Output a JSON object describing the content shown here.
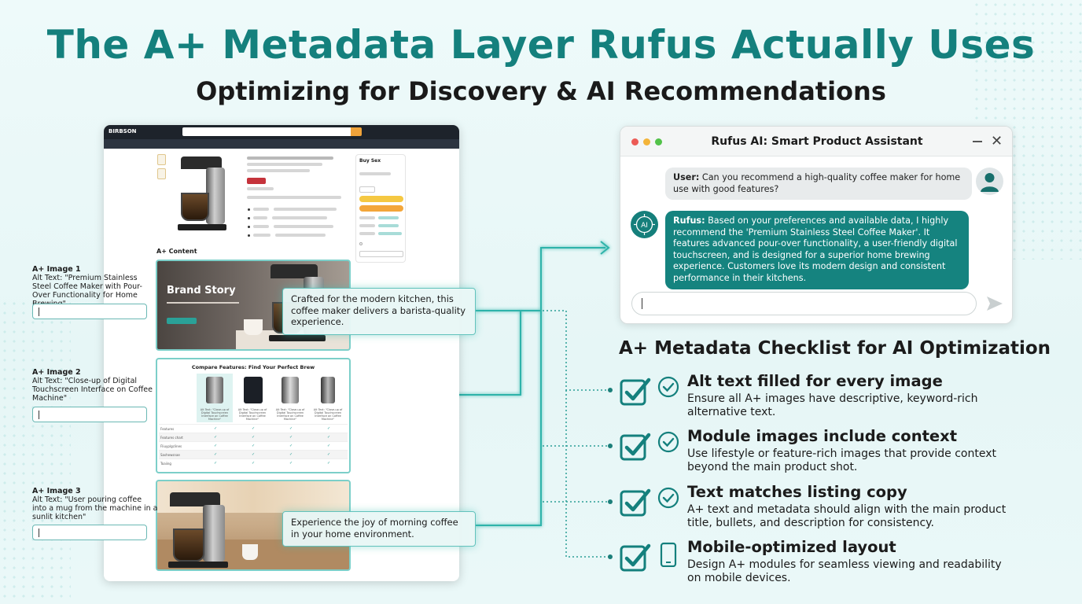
{
  "title": "The A+ Metadata Layer Rufus Actually Uses",
  "subtitle": "Optimizing for Discovery & AI Recommendations",
  "product_page": {
    "logo": "BIRBSON",
    "buy_box_title": "Buy Sex",
    "aplus_label": "A+ Content",
    "brand_story": "Brand Story",
    "compare_title": "Compare Features: Find Your Perfect Brew",
    "compare_captions": [
      "Alt Text: \"Close-up of Digital Touchscreen Interface on Coffee Machine\"",
      "Alt Text: \"Close-up of Digital Touchscreen Interface on Coffee Machine\"",
      "Alt Text: \"Close-up of Digital Touchscreen Interface on Coffee Machine\"",
      "Alt Text: \"Close-up of Digital Touchscreen Interface on Coffee Machine\""
    ],
    "compare_rows": [
      "Features",
      "Features chart",
      "Fliuyplgclines",
      "Sashewsnae",
      "Toaiing"
    ]
  },
  "alt_images": [
    {
      "title": "A+ Image 1",
      "alt": "Alt Text: \"Premium Stainless Steel Coffee Maker with Pour-Over Functionality for Home Brewing\""
    },
    {
      "title": "A+ Image 2",
      "alt": "Alt Text: \"Close-up of Digital Touchscreen Interface on Coffee Machine\""
    },
    {
      "title": "A+ Image 3",
      "alt": "Alt Text: \"User pouring coffee into a mug from the machine in a sunlit kitchen\""
    }
  ],
  "callouts": [
    "Crafted for the modern kitchen, this coffee maker delivers a barista-quality experience.",
    "Experience the joy of morning coffee in your home environment."
  ],
  "chat": {
    "window_title": "Rufus AI: Smart Product Assistant",
    "user_label": "User:",
    "user_message": "Can you recommend a high-quality coffee maker for home use with good features?",
    "ai_label": "Rufus:",
    "ai_message": "Based on your preferences and available data, I highly recommend the 'Premium Stainless Steel Coffee Maker'. It features advanced pour-over functionality, a user-friendly digital touchscreen, and is designed for a superior home brewing experience. Customers love its modern design and consistent performance in their kitchens.",
    "ai_badge": "AI",
    "input_value": ""
  },
  "checklist": {
    "title": "A+ Metadata Checklist for AI Optimization",
    "items": [
      {
        "title": "Alt text filled for every image",
        "desc": "Ensure all A+ images have descriptive, keyword-rich alternative text.",
        "icon": "check-circle-icon"
      },
      {
        "title": "Module images include context",
        "desc": "Use lifestyle or feature-rich images that provide context beyond the main product shot.",
        "icon": "check-circle-icon"
      },
      {
        "title": "Text matches listing copy",
        "desc": "A+ text and metadata should align with the main product title, bullets, and description for consistency.",
        "icon": "check-circle-icon"
      },
      {
        "title": "Mobile-optimized layout",
        "desc": "Design A+ modules for seamless viewing and readability on mobile devices.",
        "icon": "mobile-phone-icon"
      }
    ]
  },
  "colors": {
    "accent": "#14807d",
    "ai_bubble": "#15837f",
    "glow": "#3fc1b8"
  }
}
